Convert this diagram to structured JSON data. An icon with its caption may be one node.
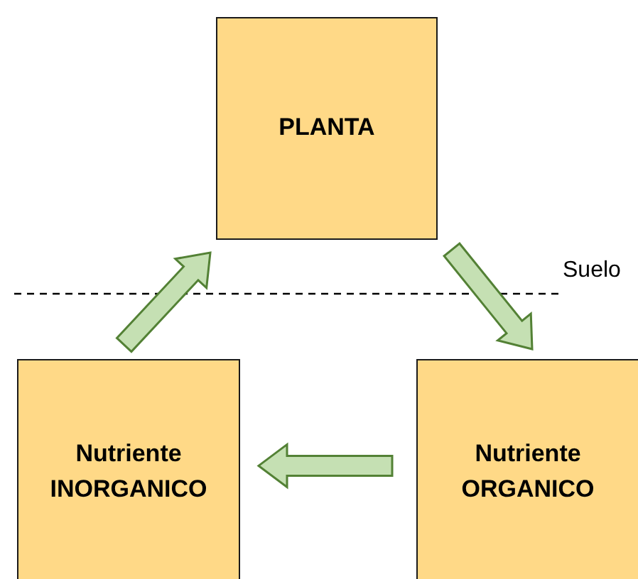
{
  "diagram": {
    "nodes": [
      {
        "text": [
          "PLANTA"
        ]
      },
      {
        "text": [
          "Nutriente INORGANICO"
        ]
      },
      {
        "text": [
          "Nutriente ORGANICO"
        ]
      }
    ],
    "edges": [
      {
        "from": 1,
        "to": 0,
        "arrow": "to"
      },
      {
        "from": 0,
        "to": 2,
        "arrow": "to"
      },
      {
        "from": 2,
        "to": 1,
        "arrow": "to"
      }
    ],
    "labels": [
      "Suelo"
    ]
  }
}
